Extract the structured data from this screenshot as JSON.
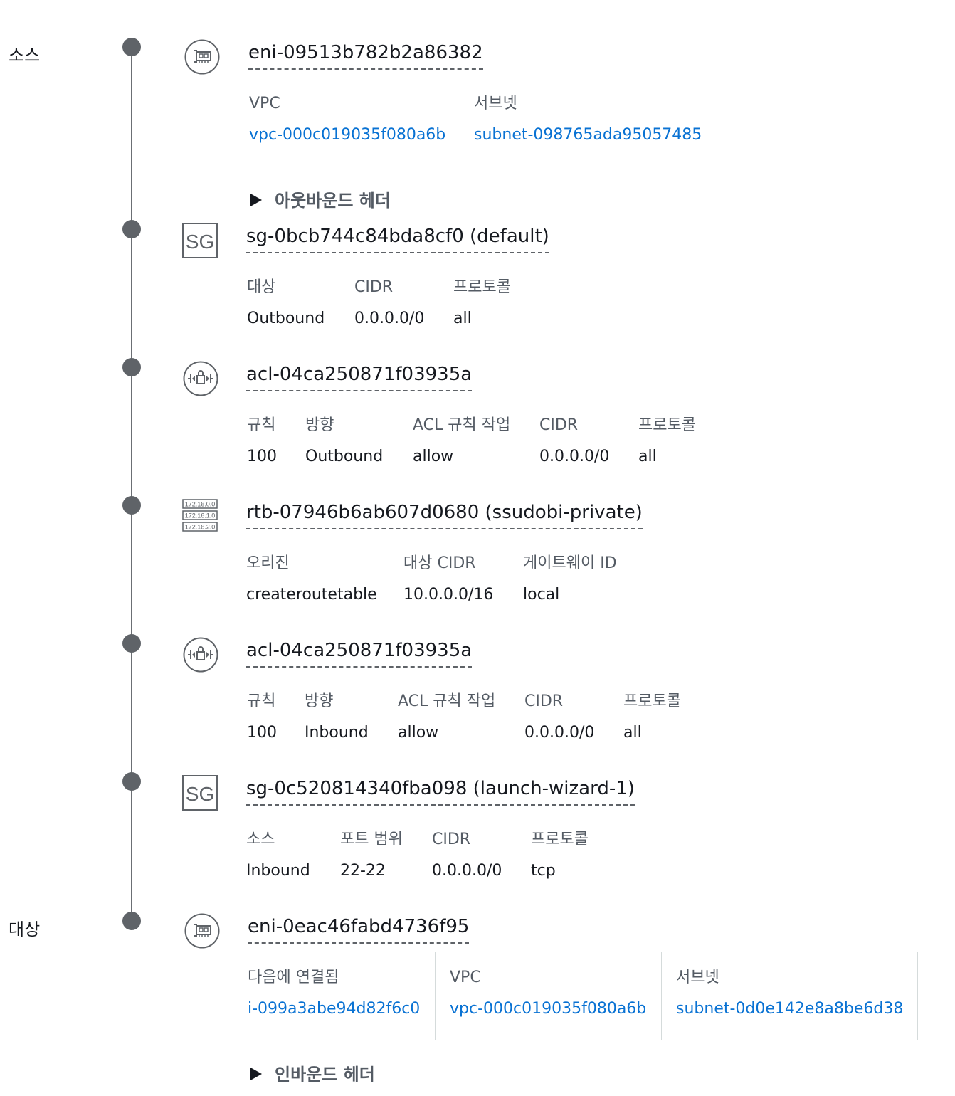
{
  "timeline": {
    "source_label": "소스",
    "destination_label": "대상"
  },
  "hops": {
    "eni_source": {
      "icon": "network-interface-icon",
      "title": "eni-09513b782b2a86382",
      "vpc_label": "VPC",
      "vpc_value": "vpc-000c019035f080a6b",
      "subnet_label": "서브넷",
      "subnet_value": "subnet-098765ada95057485"
    },
    "outbound_header_label": "아웃바운드 헤더",
    "sg_default": {
      "icon": "security-group-icon",
      "icon_text": "SG",
      "title": "sg-0bcb744c84bda8cf0 (default)",
      "headers": [
        "대상",
        "CIDR",
        "프로토콜"
      ],
      "values": [
        "Outbound",
        "0.0.0.0/0",
        "all"
      ]
    },
    "acl_outbound": {
      "icon": "network-acl-icon",
      "title": "acl-04ca250871f03935a",
      "headers": [
        "규칙",
        "방향",
        "ACL 규칙 작업",
        "CIDR",
        "프로토콜"
      ],
      "values": [
        "100",
        "Outbound",
        "allow",
        "0.0.0.0/0",
        "all"
      ]
    },
    "rtb": {
      "icon": "route-table-icon",
      "icon_rows": [
        "172.16.0.0",
        "172.16.1.0",
        "172.16.2.0"
      ],
      "title": "rtb-07946b6ab607d0680 (ssudobi-private)",
      "headers": [
        "오리진",
        "대상 CIDR",
        "게이트웨이 ID"
      ],
      "values": [
        "createroutetable",
        "10.0.0.0/16",
        "local"
      ]
    },
    "acl_inbound": {
      "icon": "network-acl-icon",
      "title": "acl-04ca250871f03935a",
      "headers": [
        "규칙",
        "방향",
        "ACL 규칙 작업",
        "CIDR",
        "프로토콜"
      ],
      "values": [
        "100",
        "Inbound",
        "allow",
        "0.0.0.0/0",
        "all"
      ]
    },
    "sg_launch": {
      "icon": "security-group-icon",
      "icon_text": "SG",
      "title": "sg-0c520814340fba098 (launch-wizard-1)",
      "headers": [
        "소스",
        "포트 범위",
        "CIDR",
        "프로토콜"
      ],
      "values": [
        "Inbound",
        "22-22",
        "0.0.0.0/0",
        "tcp"
      ]
    },
    "eni_destination": {
      "icon": "network-interface-icon",
      "title": "eni-0eac46fabd4736f95",
      "attached_label": "다음에 연결됨",
      "attached_value": "i-099a3abe94d82f6c0",
      "vpc_label": "VPC",
      "vpc_value": "vpc-000c019035f080a6b",
      "subnet_label": "서브넷",
      "subnet_value": "subnet-0d0e142e8a8be6d38"
    },
    "inbound_header_label": "인바운드 헤더"
  },
  "colors": {
    "link": "#0972d3",
    "label": "#545b64",
    "text": "#16191f",
    "timeline": "#5f6368"
  }
}
